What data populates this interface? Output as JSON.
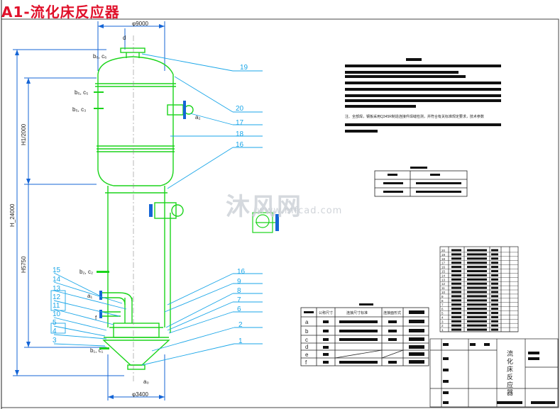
{
  "title": "A1-流化床反应器",
  "watermark": {
    "main": "沐风网",
    "url": "www.mfcad.com"
  },
  "drawing": {
    "top_diameter": "φ9000",
    "bottom_diameter": "φ3400",
    "dim_h1": "H1/2000",
    "dim_total": "H_24000",
    "dim_h2": "H5750",
    "nozzles": [
      "d",
      "b₆, c₆",
      "b₅, c₅",
      "b₅, c₃",
      "a₂",
      "b₂, c₂",
      "a₁",
      "f",
      "b₁, c₁",
      "a₀"
    ]
  },
  "callouts_right": [
    "19",
    "20",
    "17",
    "18",
    "16",
    "16",
    "9",
    "8",
    "7",
    "6",
    "2",
    "1"
  ],
  "callouts_left": [
    "15",
    "14",
    "13",
    "12",
    "11",
    "10",
    "5",
    "4",
    "3"
  ],
  "nozzle_table": {
    "headers": [
      "",
      "公称尺寸",
      "连接尺寸标准",
      "连接面形式",
      ""
    ],
    "row_labels": [
      "a",
      "b",
      "c",
      "d",
      "e",
      "f"
    ]
  },
  "bom": {
    "rows": [
      "20",
      "19",
      "18",
      "17",
      "16",
      "15",
      "14",
      "13",
      "12",
      "11",
      "10",
      "9",
      "8",
      "7",
      "6",
      "5",
      "4",
      "3",
      "2",
      "1"
    ],
    "name": "流化床反应器"
  },
  "tech_notes": {
    "line": "注、全部焊，钢板采用Q345R制造连接件焊缝检测，并符合有关标准规定要求，技术参数"
  },
  "colors": {
    "vessel": "#1bd41b",
    "dim": "#1565d6",
    "leader": "#1aa6e8",
    "title": "#e0102a"
  }
}
